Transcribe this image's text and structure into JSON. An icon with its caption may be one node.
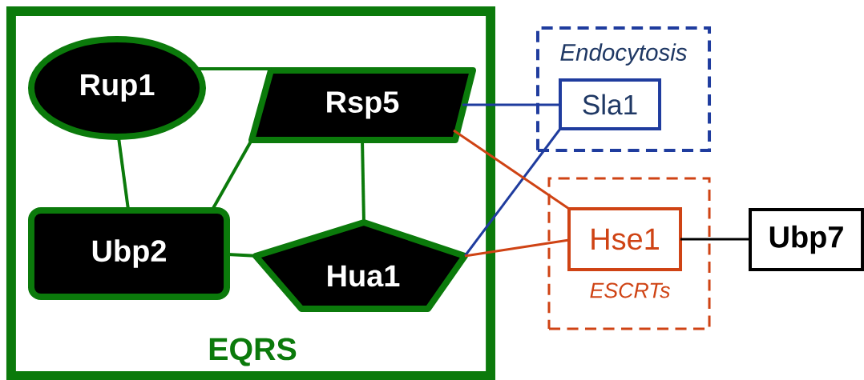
{
  "diagram": {
    "nodes": [
      {
        "text": [
          "EQRS"
        ]
      },
      {
        "text": [
          "Rup1"
        ],
        "in": 0
      },
      {
        "text": [
          "Rsp5"
        ],
        "in": 0
      },
      {
        "text": [
          "Ubp2"
        ],
        "in": 0
      },
      {
        "text": [
          "Hua1"
        ],
        "in": 0
      },
      {
        "text": [
          "Endocytosis"
        ]
      },
      {
        "text": [
          "Sla1"
        ],
        "in": 5
      },
      {
        "text": [
          "ESCRTs"
        ]
      },
      {
        "text": [
          "Hse1"
        ],
        "in": 7
      },
      {
        "text": [
          "Ubp7"
        ]
      }
    ],
    "edges": [
      {
        "from": 1,
        "to": 2,
        "arrow": "none"
      },
      {
        "from": 1,
        "to": 3,
        "arrow": "none"
      },
      {
        "from": 2,
        "to": 3,
        "arrow": "none"
      },
      {
        "from": 2,
        "to": 4,
        "arrow": "none"
      },
      {
        "from": 3,
        "to": 4,
        "arrow": "none"
      },
      {
        "from": 2,
        "to": 6,
        "arrow": "none",
        "color": "#1f3c9e"
      },
      {
        "from": 4,
        "to": 6,
        "arrow": "none",
        "color": "#1f3c9e"
      },
      {
        "from": 2,
        "to": 8,
        "arrow": "none",
        "color": "#cf4314"
      },
      {
        "from": 4,
        "to": 8,
        "arrow": "none",
        "color": "#cf4314"
      },
      {
        "from": 8,
        "to": 9,
        "arrow": "none",
        "color": "#000000"
      }
    ]
  }
}
